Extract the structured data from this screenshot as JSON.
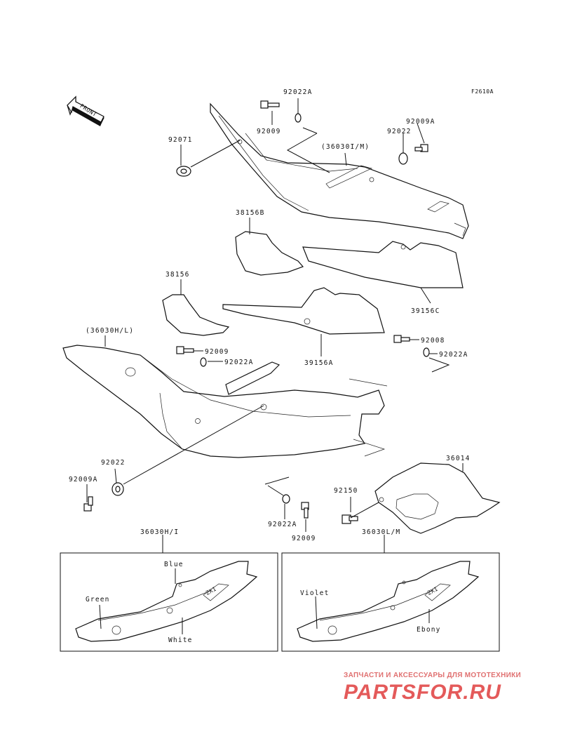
{
  "figure_code": "F2610A",
  "front_label": "FRONT",
  "part_numbers": {
    "p92022A_top": "92022A",
    "p92009_top": "92009",
    "p92071": "92071",
    "p36030IM": "(36030I/M)",
    "p92009A_top": "92009A",
    "p92022_top": "92022",
    "p38156B": "38156B",
    "p39156C": "39156C",
    "p38156": "38156",
    "p39156A": "39156A",
    "p36030HL": "(36030H/L)",
    "p92009_mid": "92009",
    "p92022A_mid": "92022A",
    "p92008_right": "92008",
    "p92022A_right": "92022A",
    "p92022_left": "92022",
    "p92009A_left": "92009A",
    "p36014": "36014",
    "p92150": "92150",
    "p92022A_bottom": "92022A",
    "p92009_bottom": "92009"
  },
  "variants": {
    "left": {
      "title": "36030H/I",
      "colors": [
        "Blue",
        "Green",
        "White"
      ]
    },
    "right": {
      "title": "36030L/M",
      "colors": [
        "Violet",
        "Ebony"
      ]
    }
  },
  "decal_text": "ZXI",
  "watermark": {
    "tagline": "ЗАПЧАСТИ И АКСЕССУАРЫ ДЛЯ МОТОТЕХНИКИ",
    "brand": "PARTSFOR.RU"
  }
}
